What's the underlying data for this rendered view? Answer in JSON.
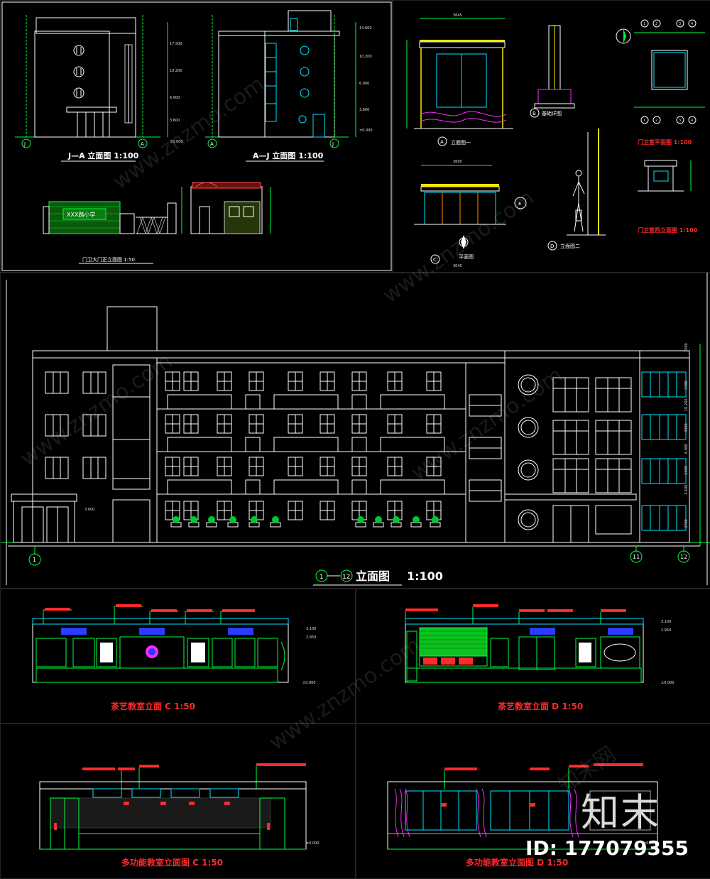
{
  "top_left": {
    "elev1_title": "J—A 立面图 1:100",
    "elev2_title": "A—J 立面图 1:100",
    "gate_title": "门卫大门正立面图 1:50",
    "gate_sign": "XXX路小学",
    "grid_left_1": "J",
    "grid_right_1": "A",
    "grid_left_2": "A",
    "grid_right_2": "J",
    "levels": [
      "17.500",
      "14.600",
      "10.200",
      "6.900",
      "3.600",
      "±0.000"
    ]
  },
  "top_right": {
    "front_title": "立面图一",
    "side_title": "立面图二",
    "plan_title": "平面图",
    "foundation_title": "基础详图",
    "guard_plan_title": "门卫室平面图 1:100",
    "guard_elev_title": "门卫室西立面图 1:100",
    "dim_top": "3645",
    "dim_mid": "3600",
    "dim_plan": "3045",
    "markers": [
      "A",
      "B",
      "C",
      "D",
      "E"
    ],
    "axis_nums": [
      "1",
      "2",
      "3",
      "4"
    ]
  },
  "main": {
    "title_start": "1",
    "title_end": "12",
    "title_text": "立面图",
    "title_scale": "1:100",
    "axis_left": "1",
    "axis_mid": "11",
    "axis_right": "12",
    "level_canopy": "3.000",
    "levels": [
      "1500",
      "3300",
      "10.200",
      "3300",
      "6.900",
      "3300",
      "3.600",
      "3700"
    ]
  },
  "tea_c": {
    "title": "茶艺教室立面 C 1:50",
    "level_top": "3.100",
    "level_mid": "2.950",
    "level_base": "±0.000"
  },
  "tea_d": {
    "title": "茶艺教室立面 D 1:50",
    "level_top": "3.100",
    "level_mid": "2.950",
    "level_base": "±0.000"
  },
  "multi_c": {
    "title": "多功能教室立面图 C 1:50",
    "level_base": "±0.000"
  },
  "multi_d": {
    "title": "多功能教室立面图 D 1:50",
    "level_base": "±0.000"
  },
  "watermark": {
    "site": "www.znzmo.com",
    "brand": "知末",
    "id": "ID: 177079355",
    "net": "知末网"
  },
  "colors": {
    "line": "#ffffff",
    "cyan": "#00e5ff",
    "green": "#00ff3c",
    "red": "#ff2a2a",
    "blue": "#2a3cff",
    "yellow": "#ffe600",
    "magenta": "#ff28ff"
  }
}
